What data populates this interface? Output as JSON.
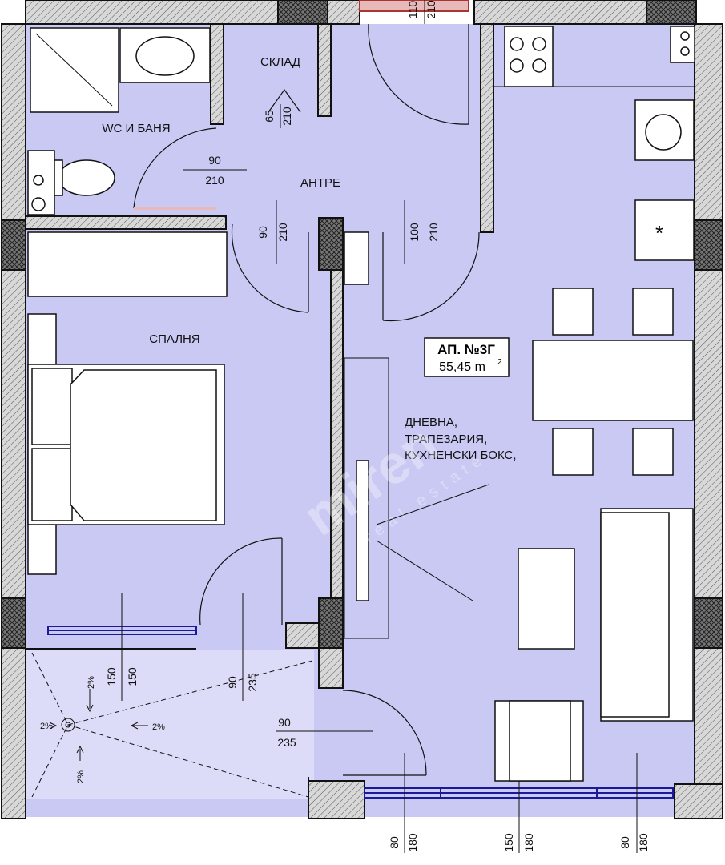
{
  "rooms": {
    "bathroom": "WC И БАНЯ",
    "storage": "СКЛАД",
    "hall": "АНТРЕ",
    "bedroom": "СПАЛНЯ",
    "living_line1": "ДНЕВНА,",
    "living_line2": "ТРАПЕЗАРИЯ,",
    "living_line3": "КУХНЕНСКИ БОКС,"
  },
  "apartment": {
    "name": "АП. №3Г",
    "area": "55,45 m",
    "area_sup": "2"
  },
  "doors": {
    "entrance_w": "110",
    "entrance_h": "210",
    "storage_w": "65",
    "storage_h": "210",
    "bath_w": "90",
    "bath_h": "210",
    "bedroom_w": "90",
    "bedroom_h": "210",
    "living_w": "100",
    "living_h": "210",
    "terrace_bed_w": "90",
    "terrace_bed_h": "235",
    "terrace_liv_w": "90",
    "terrace_liv_h": "235"
  },
  "windows": {
    "bed_w": "150",
    "bed_h": "150",
    "bottom1_w": "80",
    "bottom1_h": "180",
    "bottom2_w": "150",
    "bottom2_h": "180",
    "bottom3_w": "80",
    "bottom3_h": "180"
  },
  "slopes": {
    "s1": "2%",
    "s2": "2%",
    "s3": "2%",
    "s4": "2%"
  },
  "stove_symbol": "*",
  "watermark": {
    "brand": "miren",
    "tagline": "real estate"
  },
  "colors": {
    "floor": "#c9c9f4",
    "wall_fill": "#d8d8d8",
    "terrace": "#dcdcf8",
    "outline": "#111111",
    "window_line": "#1a1a99"
  }
}
